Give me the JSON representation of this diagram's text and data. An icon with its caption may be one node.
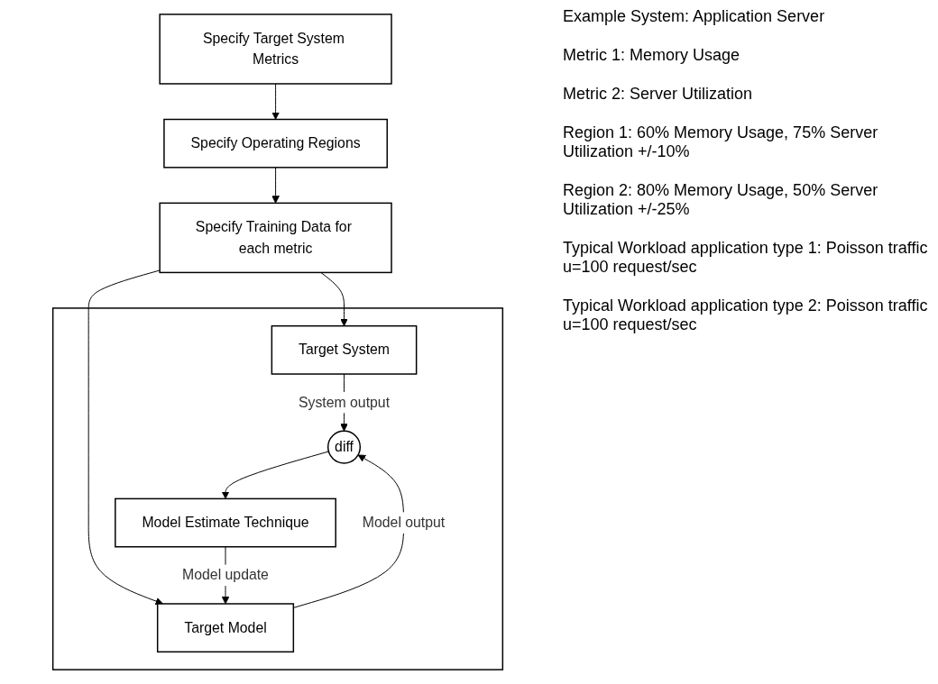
{
  "diagram": {
    "nodes": [
      {
        "text": [
          "Specify Target System Metrics"
        ]
      },
      {
        "text": [
          "Specify Operating Regions"
        ]
      },
      {
        "text": [
          "Specify Training Data for each metric"
        ]
      },
      {
        "text": [],
        "shape": "box"
      },
      {
        "text": [
          "Target System"
        ],
        "in": 3
      },
      {
        "text": [
          "Target Model"
        ],
        "in": 3
      },
      {
        "text": [
          "diff"
        ],
        "in": 3
      },
      {
        "text": [
          "Model Estimate Technique"
        ],
        "in": 3
      }
    ],
    "edges": [
      {
        "from": 0,
        "to": 1,
        "arrow": "to"
      },
      {
        "from": 1,
        "to": 2,
        "arrow": "to"
      },
      {
        "from": 2,
        "to": 4,
        "arrow": "to"
      },
      {
        "from": 2,
        "to": 5,
        "arrow": "to"
      },
      {
        "from": 4,
        "to": 6,
        "arrow": "to",
        "label": "System output"
      },
      {
        "from": 5,
        "to": 6,
        "arrow": "to",
        "label": "Model output"
      },
      {
        "from": 6,
        "to": 7,
        "arrow": "to"
      },
      {
        "from": 7,
        "to": 5,
        "arrow": "to",
        "label": "Model update"
      }
    ],
    "labels": [
      "Example System: Application Server",
      "Metric 1: Memory Usage",
      "Metric 2: Server Utilization",
      "Region 1: 60% Memory Usage, 75% Server Utilization +/-10%",
      "Region 2: 80% Memory Usage, 50% Server Utilization +/-25%",
      "Typical Workload application type 1: Poisson traffic u=100 request/sec",
      "Typical Workload application type 2: Poisson traffic u=100 request/sec"
    ]
  }
}
